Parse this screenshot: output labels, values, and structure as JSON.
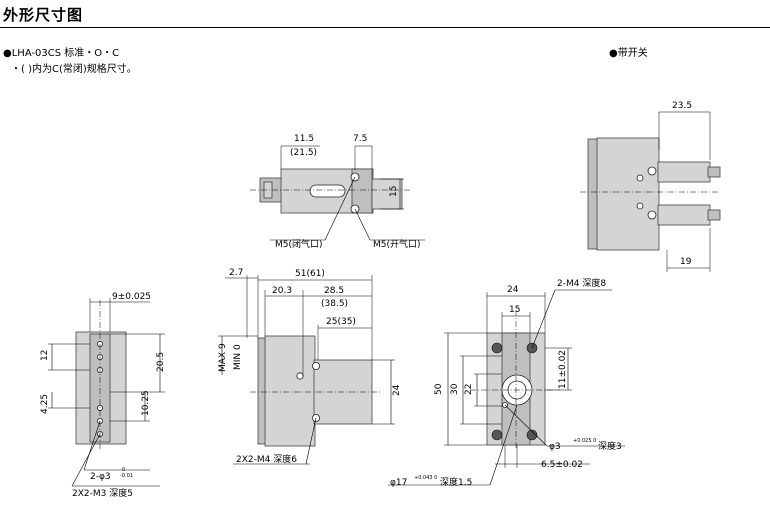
{
  "header": {
    "title": "外形尺寸图"
  },
  "notes": {
    "model_line": "●LHA-03CS 标准・O・C",
    "sub_line": "・(   )内为C(常闭)规格尺寸。",
    "with_switch": "●带开关"
  },
  "top_view": {
    "dim_a": "11.5",
    "dim_a_c": "(21.5)",
    "dim_b": "7.5",
    "dim_c": "15",
    "port_closed": "M5(闭气口)",
    "port_open": "M5(开气口)"
  },
  "switch_view": {
    "dim_a": "23.5",
    "dim_b": "19"
  },
  "left_view": {
    "dim_top": "9±0.025",
    "dim_12": "12",
    "dim_20_5": "20.5",
    "dim_4_25": "4.25",
    "dim_10_25": "10.25",
    "pin_label": "2-φ3",
    "pin_tol_top": "0",
    "pin_tol_bottom": "-0.01",
    "thread_label": "2X2-M3 深度5"
  },
  "front_view": {
    "dim_2_7": "2.7",
    "dim_51": "51(61)",
    "dim_20_3": "20.3",
    "dim_28_5": "28.5",
    "dim_38_5": "(38.5)",
    "dim_25": "25(35)",
    "dim_max": "MAX 9",
    "dim_min": "MIN 0",
    "dim_24": "24",
    "thread_label": "2X2-M4 深度6"
  },
  "bottom_view": {
    "dim_24": "24",
    "dim_15": "15",
    "thread_top": "2-M4 深度8",
    "dim_50": "50",
    "dim_30": "30",
    "dim_22": "22",
    "dim_11": "11±0.02",
    "pin_label": "φ3",
    "pin_tol": "+0.025 0",
    "pin_depth": "深度3",
    "dim_6_5": "6.5±0.02",
    "bore_label": "φ17",
    "bore_tol": "+0.043 0",
    "bore_depth": "深度1.5"
  }
}
